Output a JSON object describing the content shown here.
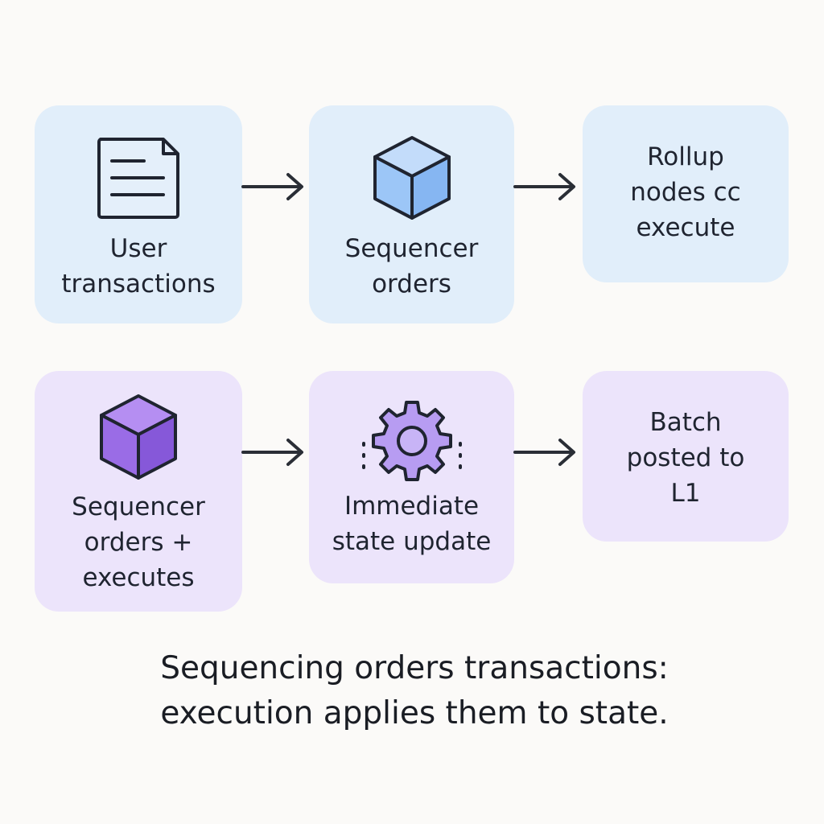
{
  "diagram": {
    "row1": {
      "step1": {
        "label": "User\ntransactions",
        "icon": "document-icon"
      },
      "step2": {
        "label": "Sequencer\norders",
        "icon": "cube-icon"
      },
      "step3": {
        "label": "Rollup\nnodes cc\nexecute"
      }
    },
    "row2": {
      "step1": {
        "label": "Sequencer\norders +\nexecutes",
        "icon": "cube-icon"
      },
      "step2": {
        "label": "Immediate\nstate update",
        "icon": "gear-icon"
      },
      "step3": {
        "label": "Batch\nposted to\nL1"
      }
    }
  },
  "caption": "Sequencing orders transactions:\nexecution applies them to state.",
  "colors": {
    "blue_card": "#e1eefa",
    "purple_card": "#ece4fb",
    "blue_cube": "#8fbdf5",
    "purple_cube": "#9d6ee8",
    "gear": "#b79cf2",
    "stroke": "#1f2430"
  }
}
